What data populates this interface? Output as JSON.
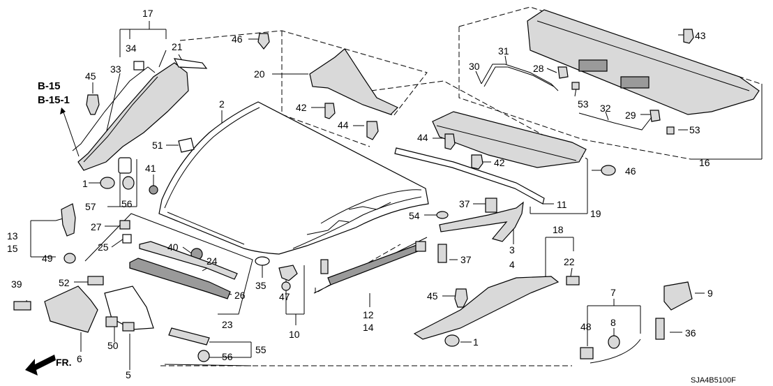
{
  "diagram": {
    "reference_labels": [
      "B-15",
      "B-15-1"
    ],
    "diagram_code": "SJA4B5100F",
    "front_indicator": "FR.",
    "callouts": [
      "1",
      "2",
      "3",
      "4",
      "5",
      "6",
      "7",
      "8",
      "9",
      "10",
      "11",
      "12",
      "13",
      "14",
      "15",
      "16",
      "17",
      "18",
      "19",
      "20",
      "21",
      "22",
      "23",
      "24",
      "25",
      "26",
      "27",
      "28",
      "29",
      "30",
      "31",
      "32",
      "33",
      "34",
      "35",
      "36",
      "37",
      "39",
      "40",
      "41",
      "42",
      "43",
      "44",
      "45",
      "46",
      "47",
      "48",
      "49",
      "50",
      "51",
      "52",
      "53",
      "54",
      "55",
      "56",
      "57"
    ]
  }
}
